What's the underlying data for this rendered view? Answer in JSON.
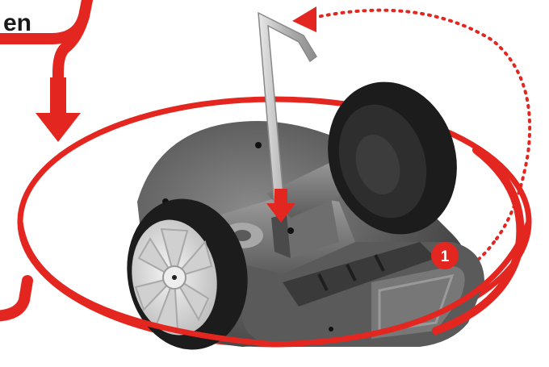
{
  "callout": {
    "label": "en"
  },
  "step_marker": {
    "number": "1"
  },
  "colors": {
    "accent_red": "#e3261f",
    "body_dark": "#4a4a4a",
    "body_mid": "#6a6a6a",
    "tire": "#1c1c1c",
    "hub": "#e6e6e6",
    "rod": "#bfbfbf"
  },
  "icons": {
    "arrow_down": "red-down-arrow",
    "arrow_curved": "dotted-curved-arrow",
    "robot": "robot-chassis-illustration"
  }
}
